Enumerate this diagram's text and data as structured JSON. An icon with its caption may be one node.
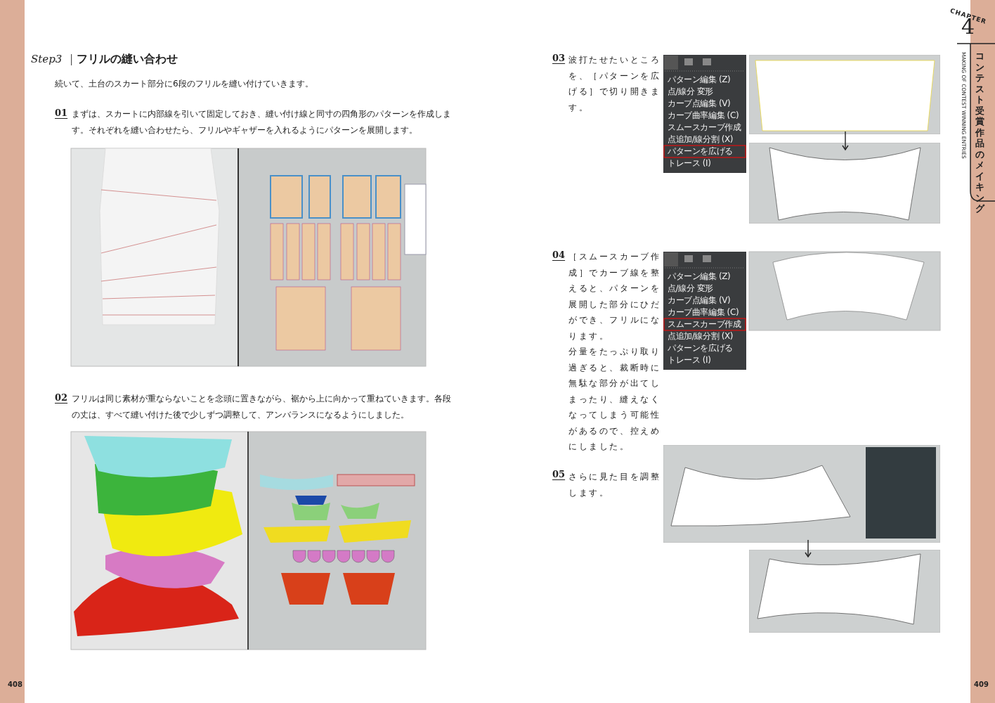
{
  "diagram": {
    "title": "フリルの縫い合わせ",
    "nodes": [
      {
        "text": [],
        "shape": "picture"
      },
      {
        "text": [],
        "shape": "picture"
      },
      {
        "text": [],
        "shape": "picture"
      },
      {
        "text": [],
        "shape": "picture"
      }
    ],
    "edges": [
      {
        "from": 0,
        "to": 1,
        "arrow": "to"
      },
      {
        "from": 2,
        "to": 3,
        "arrow": "to"
      }
    ],
    "labels": [
      "Step3",
      "続いて、土台のスカート部分に6段のフリルを縫い付けていきます。",
      "01",
      "まずは、スカートに内部線を引いて固定しておき、縫い付け線と同寸の四角形のパターンを作成します。それぞれを縫い合わせたら、フリルやギャザーを入れるようにパターンを展開します。",
      "02",
      "フリルは同じ素材が重ならないことを念頭に置きながら、裾から上に向かって重ねていきます。各段の丈は、すべて縫い付けた後で少しずつ調整して、アンバランスになるようにしました。",
      "03",
      "波打たせたいところを、［パターンを広げる］で切り開きます。",
      "パターン編集 (Z)",
      "点/線分 変形",
      "カーブ点編集 (V)",
      "カーブ曲率編集 (C)",
      "スムースカーブ作成",
      "点追加/線分割 (X)",
      "パターンを広げる",
      "トレース (I)",
      "04",
      "［スムースカーブ作成］でカーブ線を整えると、パターンを展開した部分にひだができ、フリルになります。",
      "分量をたっぷり取り過ぎると、裁断時に無駄な部分が出てしまったり、縫えなくなってしまう可能性があるので、控えめにしました。",
      "パターン編集 (Z)",
      "点/線分 変形",
      "カーブ点編集 (V)",
      "カーブ曲率編集 (C)",
      "スムースカーブ作成",
      "点追加/線分割 (X)",
      "パターンを広げる",
      "トレース (I)",
      "05",
      "さらに見た目を調整します。",
      "408",
      "409",
      "CHAPTER",
      "4",
      "MAKING OF CONTEST WINNING ENTRIES",
      "コンテスト受賞作品のメイキング"
    ]
  }
}
